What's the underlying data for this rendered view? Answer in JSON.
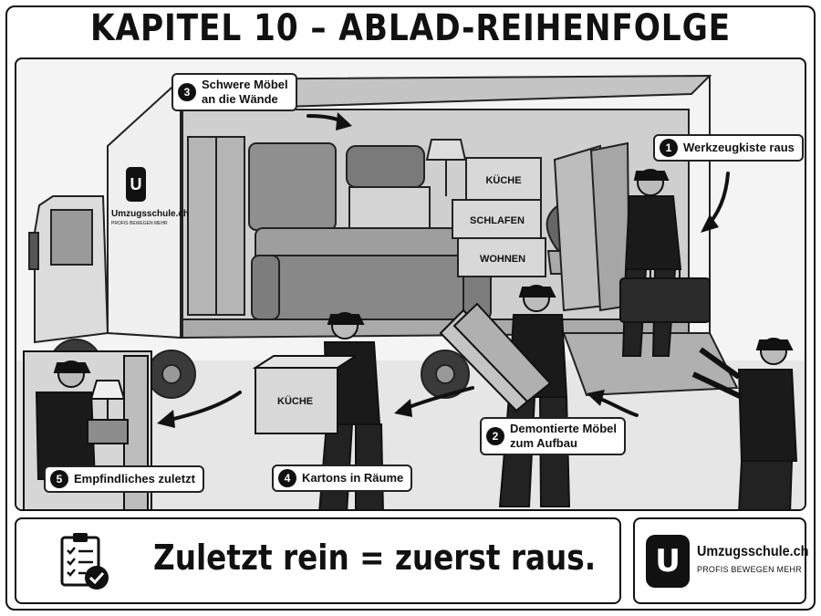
{
  "title": "KAPITEL 10 – ABLAD-REIHENFOLGE",
  "steps": [
    {
      "number": "1",
      "label": "Werkzeugkiste raus"
    },
    {
      "number": "2",
      "label": "Demontierte Möbel\nzum Aufbau"
    },
    {
      "number": "3",
      "label": "Schwere Möbel\nan die Wände"
    },
    {
      "number": "4",
      "label": "Kartons in Räume"
    },
    {
      "number": "5",
      "label": "Empfindliches zuletzt"
    }
  ],
  "box_labels": [
    "KÜCHE",
    "SCHLAFEN",
    "WOHNEN"
  ],
  "carried_box_label": "KÜCHE",
  "truck_logo": {
    "mark": "U",
    "name": "Umzugsschule.ch",
    "tagline": "PROFIS BEWEGEN MEHR"
  },
  "slogan": "Zuletzt rein = zuerst raus.",
  "brand": {
    "mark": "U",
    "name": "Umzugsschule.ch",
    "tagline": "PROFIS BEWEGEN MEHR"
  },
  "icons": {
    "checklist": "clipboard-checklist-icon"
  },
  "colors": {
    "ink": "#111111",
    "paper": "#ffffff",
    "sketch": "#8a8a8a"
  }
}
